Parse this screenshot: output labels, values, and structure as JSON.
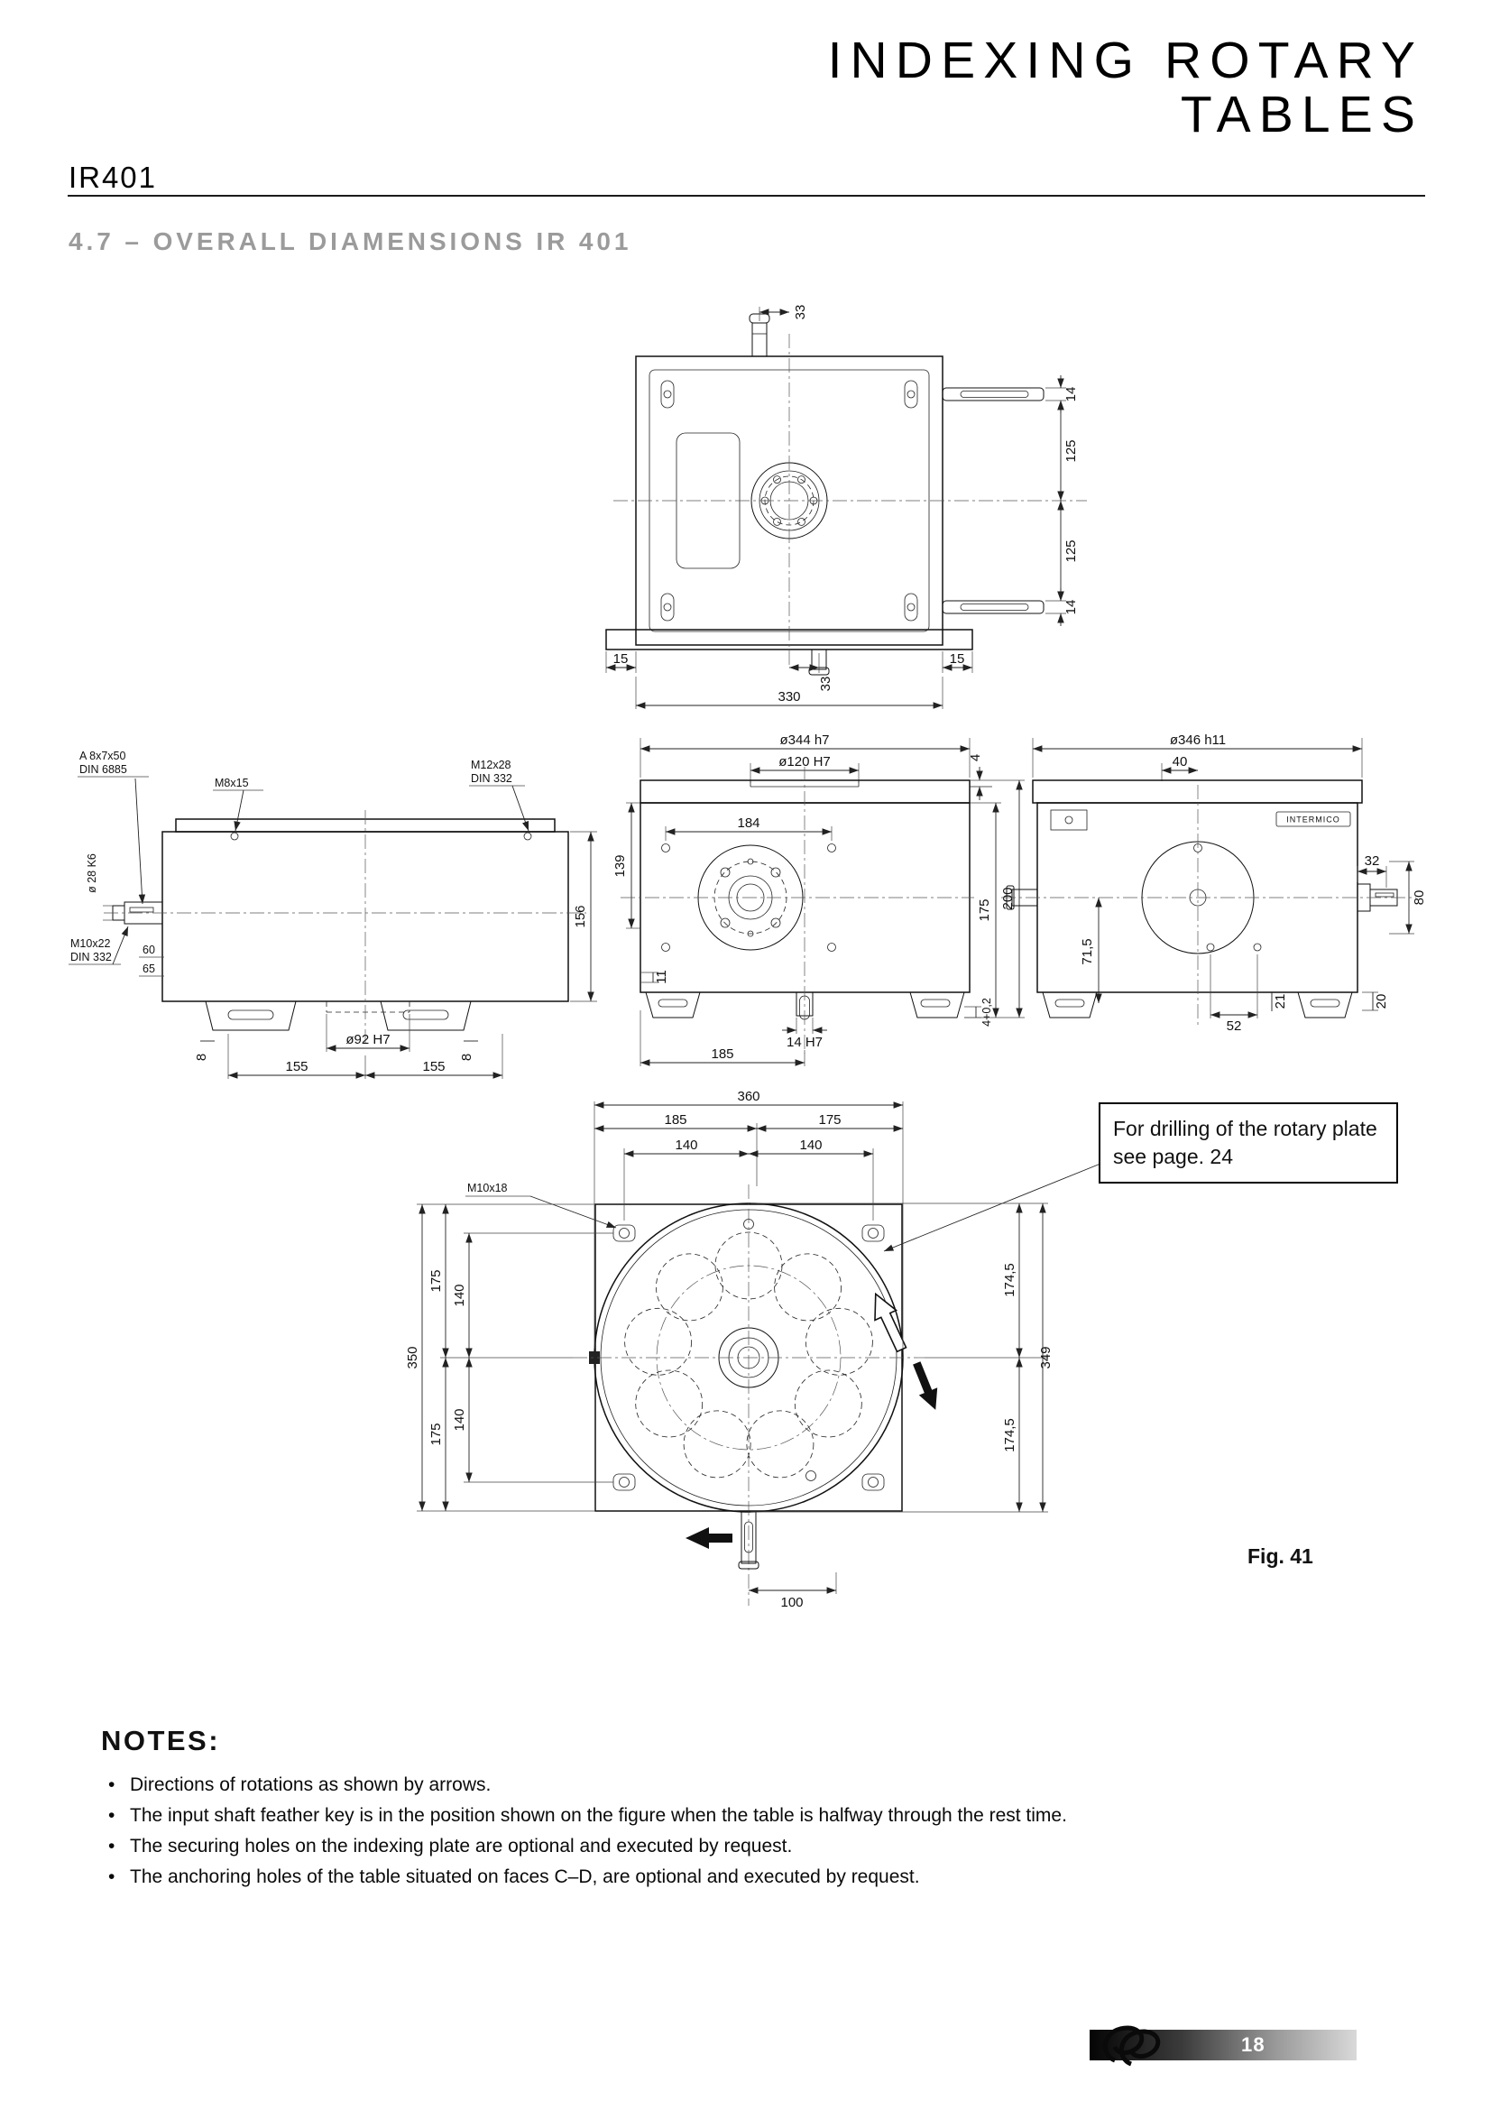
{
  "header": {
    "model": "IR401",
    "title_line1": "INDEXING ROTARY",
    "title_line2": "TABLES",
    "section_title": "4.7 – OVERALL DIAMENSIONS IR 401"
  },
  "drawing": {
    "top_view": {
      "d33_top": "33",
      "d14_a": "14",
      "d125_a": "125",
      "d125_b": "125",
      "d14_b": "14",
      "d15_left": "15",
      "d330": "330",
      "d33_bottom": "33",
      "d15_right": "15"
    },
    "side_left": {
      "key_line1": "A 8x7x50",
      "key_line2": "DIN 6885",
      "tap_top": "M8x15",
      "tap_face_line1": "M12x28",
      "tap_face_line2": "DIN 332",
      "shaft_dia": "ø 28 K6",
      "tap_shaft_line1": "M10x22",
      "tap_shaft_line2": "DIN 332",
      "d60": "60",
      "d65": "65",
      "d156": "156",
      "d8_left": "8",
      "spigot": "ø92 H7",
      "d8_right": "8",
      "d155_left": "155",
      "d155_right": "155"
    },
    "front": {
      "plate_dia": "ø344 h7",
      "bore_dia": "ø120 H7",
      "d4": "4",
      "d184": "184",
      "d139": "139",
      "d11": "11",
      "d175": "175",
      "d200": "200",
      "key": "14 H7",
      "d185": "185",
      "d4tol": "4+0,2"
    },
    "side_right": {
      "plate_dia": "ø346 h11",
      "d40": "40",
      "d32": "32",
      "d80": "80",
      "d71_5": "71,5",
      "d52": "52",
      "d21": "21",
      "d20": "20",
      "brand": "INTERMICO"
    },
    "plate": {
      "d360": "360",
      "d185": "185",
      "d175": "175",
      "d140_tl": "140",
      "d140_tr": "140",
      "tap": "M10x18",
      "d350": "350",
      "d175_lt": "175",
      "d175_lb": "175",
      "d140_lt": "140",
      "d140_lb": "140",
      "d174_5_t": "174,5",
      "d174_5_b": "174,5",
      "d349": "349",
      "d100": "100"
    }
  },
  "callout": {
    "text": "For drilling of the rotary plate see page. 24"
  },
  "figure_label": "Fig. 41",
  "notes": {
    "heading": "NOTES:",
    "items": [
      "Directions of rotations as shown by arrows.",
      "The input shaft feather key is in the position shown on the figure when the table is halfway through the rest time.",
      "The securing holes on the indexing plate are optional and executed by request.",
      "The anchoring holes of the table situated on faces C–D, are optional and executed by request."
    ]
  },
  "footer": {
    "page_number": "18"
  }
}
